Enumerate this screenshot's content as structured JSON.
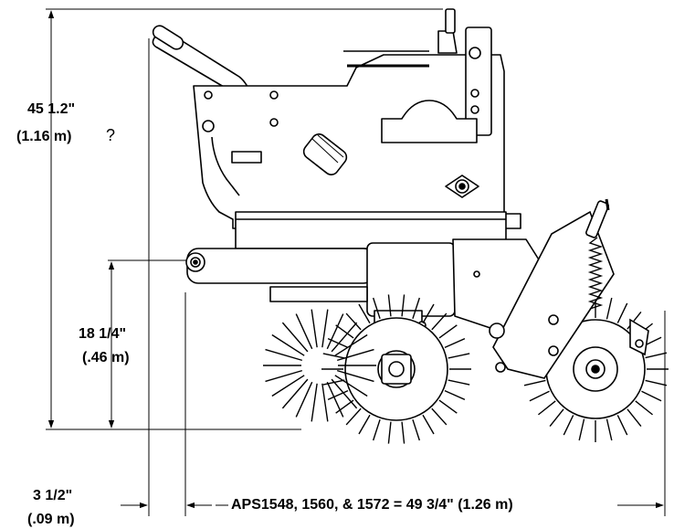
{
  "dimensions": {
    "height_overall": {
      "line1": "45 1.2\"",
      "line2": "(1.16 m)",
      "mark": "?"
    },
    "height_axle": {
      "line1": "18 1/4\"",
      "line2": "(.46 m)"
    },
    "offset": {
      "line1": "3 1/2\"",
      "line2": "(.09 m)"
    },
    "width": {
      "text": "APS1548, 1560, & 1572 = 49 3/4\" (1.26 m)"
    }
  },
  "colors": {
    "line": "#000000",
    "background": "#ffffff"
  }
}
